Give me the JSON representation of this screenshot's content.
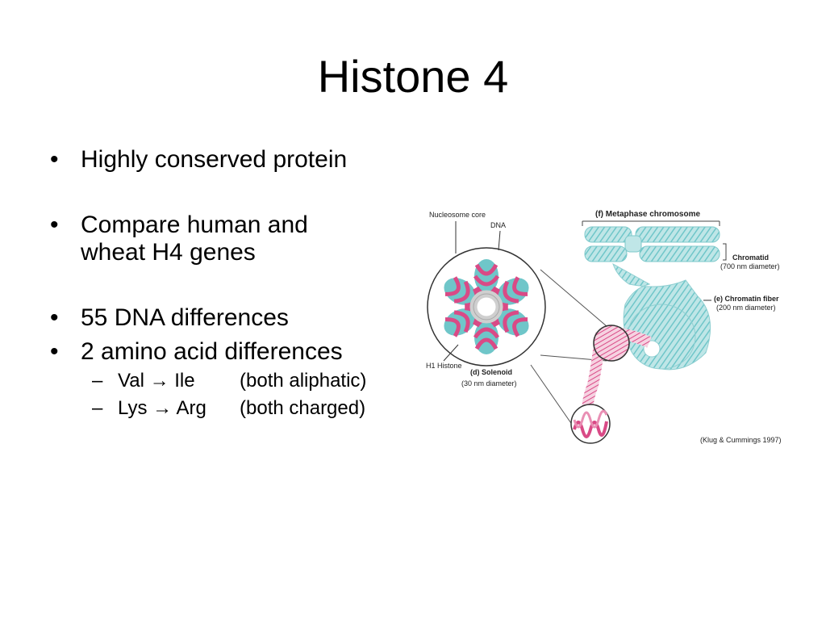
{
  "slide": {
    "title": "Histone 4",
    "bullets": [
      "Highly conserved protein",
      "Compare human and",
      "wheat H4 genes",
      "55 DNA differences",
      "2 amino acid differences"
    ],
    "bullet_symbol": "•",
    "sub_symbol": "–",
    "arrow": "→",
    "subbullets": [
      {
        "from": "Val",
        "to": "Ile",
        "note": "(both aliphatic)"
      },
      {
        "from": "Lys",
        "to": "Arg",
        "note": "(both charged)"
      }
    ]
  },
  "figure": {
    "labels": {
      "nucleosome_core": "Nucleosome core",
      "dna": "DNA",
      "metaphase": "(f) Metaphase chromosome",
      "chromatid": "Chromatid",
      "chromatid_diam": "(700 nm diameter)",
      "fiber": "(e) Chromatin fiber",
      "fiber_diam": "(200 nm diameter)",
      "h1": "H1 Histone",
      "solenoid": "(d) Solenoid",
      "solenoid_diam": "(30 nm diameter)",
      "credit": "(Klug & Cummings 1997)"
    },
    "colors": {
      "histone": "#6fc6c9",
      "dna": "#d94a86",
      "core": "#d8d8d8"
    }
  }
}
